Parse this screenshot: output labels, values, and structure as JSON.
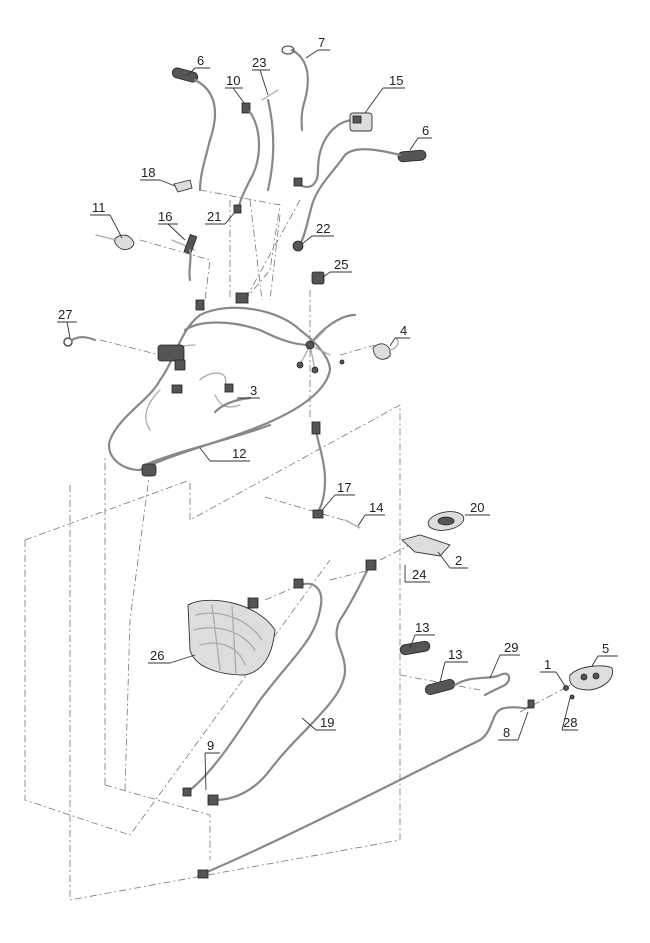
{
  "callouts": [
    {
      "id": "c1",
      "text": "1"
    },
    {
      "id": "c2",
      "text": "2"
    },
    {
      "id": "c3",
      "text": "3"
    },
    {
      "id": "c4",
      "text": "4"
    },
    {
      "id": "c5",
      "text": "5"
    },
    {
      "id": "c6a",
      "text": "6"
    },
    {
      "id": "c6b",
      "text": "6"
    },
    {
      "id": "c7",
      "text": "7"
    },
    {
      "id": "c8",
      "text": "8"
    },
    {
      "id": "c9",
      "text": "9"
    },
    {
      "id": "c10",
      "text": "10"
    },
    {
      "id": "c11",
      "text": "11"
    },
    {
      "id": "c12",
      "text": "12"
    },
    {
      "id": "c13a",
      "text": "13"
    },
    {
      "id": "c13b",
      "text": "13"
    },
    {
      "id": "c14",
      "text": "14"
    },
    {
      "id": "c15",
      "text": "15"
    },
    {
      "id": "c16",
      "text": "16"
    },
    {
      "id": "c17",
      "text": "17"
    },
    {
      "id": "c18",
      "text": "18"
    },
    {
      "id": "c19",
      "text": "19"
    },
    {
      "id": "c20",
      "text": "20"
    },
    {
      "id": "c21",
      "text": "21"
    },
    {
      "id": "c22",
      "text": "22"
    },
    {
      "id": "c23",
      "text": "23"
    },
    {
      "id": "c24",
      "text": "24"
    },
    {
      "id": "c25",
      "text": "25"
    },
    {
      "id": "c26",
      "text": "26"
    },
    {
      "id": "c27",
      "text": "27"
    },
    {
      "id": "c28",
      "text": "28"
    },
    {
      "id": "c29",
      "text": "29"
    }
  ]
}
